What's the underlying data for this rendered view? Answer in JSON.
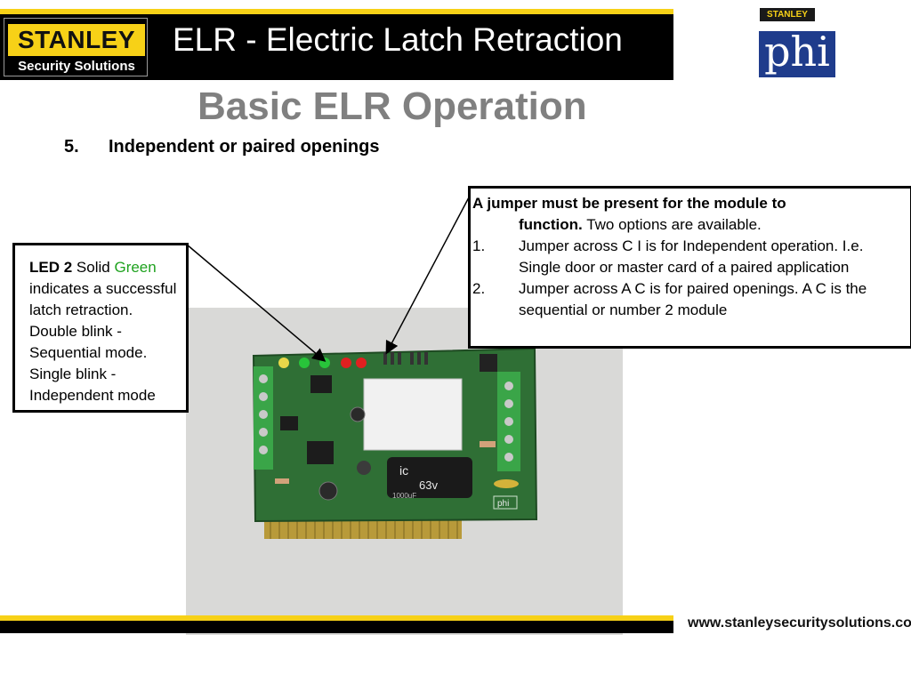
{
  "header": {
    "title": "ELR - Electric Latch Retraction",
    "logo_word": "STANLEY",
    "logo_tagline": "Security Solutions"
  },
  "phi_logo": {
    "brand": "STANLEY",
    "word": "phi"
  },
  "slide": {
    "title": "Basic ELR Operation",
    "bullet_number": "5.",
    "bullet_text": "Independent or paired openings"
  },
  "led_callout": {
    "label": "LED 2",
    "solid": "Solid",
    "color_word": "Green",
    "text": "indicates a successful latch retraction. Double blink - Sequential mode. Single blink - Independent mode"
  },
  "jumper_callout": {
    "bold_line_1": "A jumper must be present for the module to",
    "bold_line_2": "function.",
    "rest_line_2": "Two options are available.",
    "items": [
      {
        "num": "1.",
        "text": "Jumper across C I is for Independent operation. I.e. Single door or master card of a paired application"
      },
      {
        "num": "2.",
        "text": "Jumper across A C is for paired openings. A C is the sequential or number 2 module"
      }
    ]
  },
  "photo": {
    "capacitor_text_1": "ic",
    "capacitor_text_2": "63v",
    "capacitor_text_3": "1000uF",
    "board_brand": "phi"
  },
  "footer": {
    "url": "www.stanleysecuritysolutions.com"
  },
  "colors": {
    "stanley_yellow": "#f7d117",
    "title_gray": "#808080",
    "green_text": "#1fa21f",
    "board_green": "#2f6f35",
    "phi_blue": "#1f3c8c"
  }
}
